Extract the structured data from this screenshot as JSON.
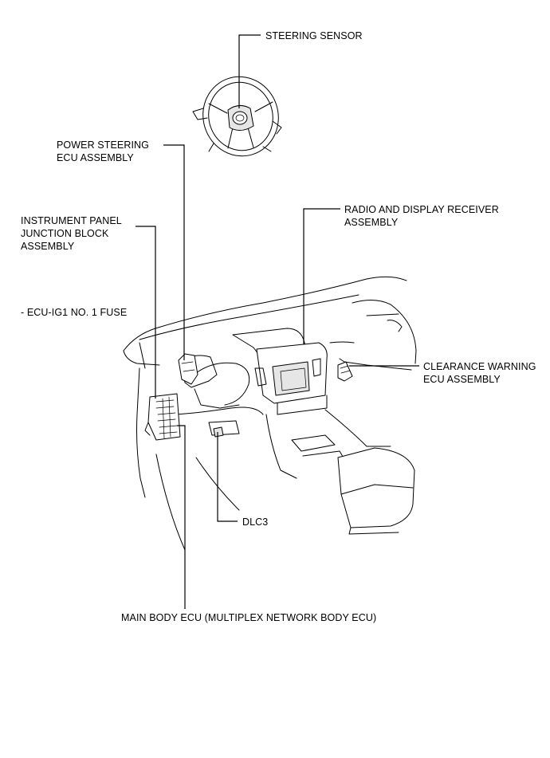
{
  "labels": {
    "steering_sensor": "STEERING SENSOR",
    "power_steering_1": "POWER STEERING",
    "power_steering_2": "ECU ASSEMBLY",
    "instrument_panel_1": "INSTRUMENT PANEL",
    "instrument_panel_2": "JUNCTION BLOCK",
    "instrument_panel_3": "ASSEMBLY",
    "fuse": "- ECU-IG1 NO. 1 FUSE",
    "radio_1": "RADIO AND DISPLAY RECEIVER",
    "radio_2": "ASSEMBLY",
    "clearance_1": "CLEARANCE WARNING",
    "clearance_2": "ECU ASSEMBLY",
    "dlc3": "DLC3",
    "main_body": "MAIN BODY ECU (MULTIPLEX NETWORK BODY ECU)"
  }
}
